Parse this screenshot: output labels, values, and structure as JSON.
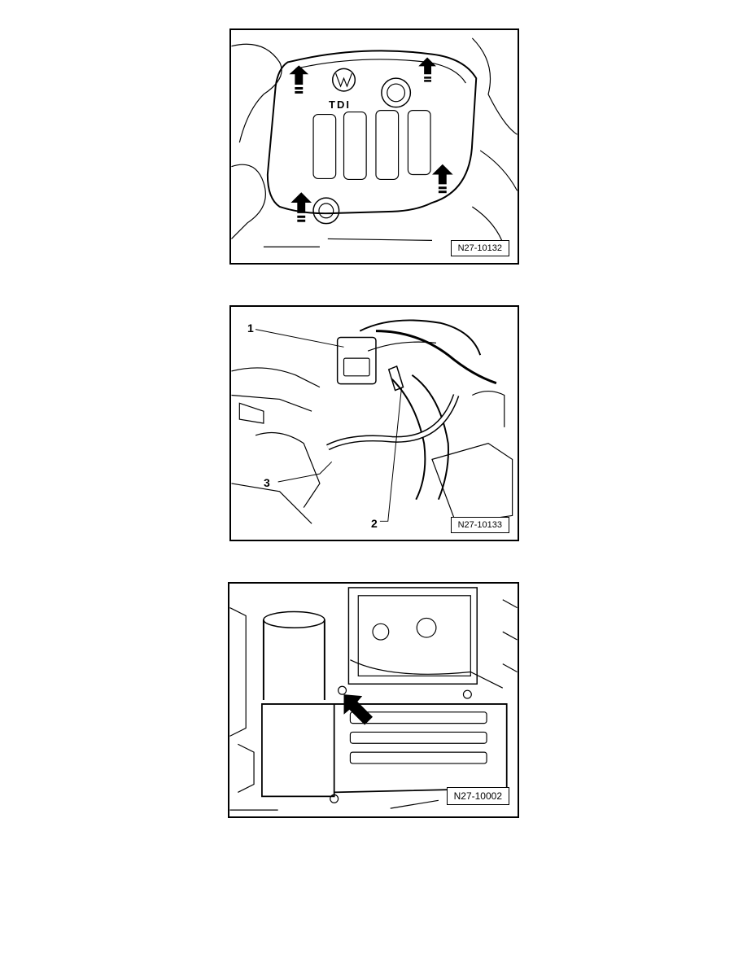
{
  "figures": [
    {
      "code": "N27-10132",
      "cover_text": "TDI",
      "callouts": []
    },
    {
      "code": "N27-10133",
      "callouts": [
        "1",
        "2",
        "3"
      ]
    },
    {
      "code": "N27-10002",
      "callouts": []
    }
  ]
}
